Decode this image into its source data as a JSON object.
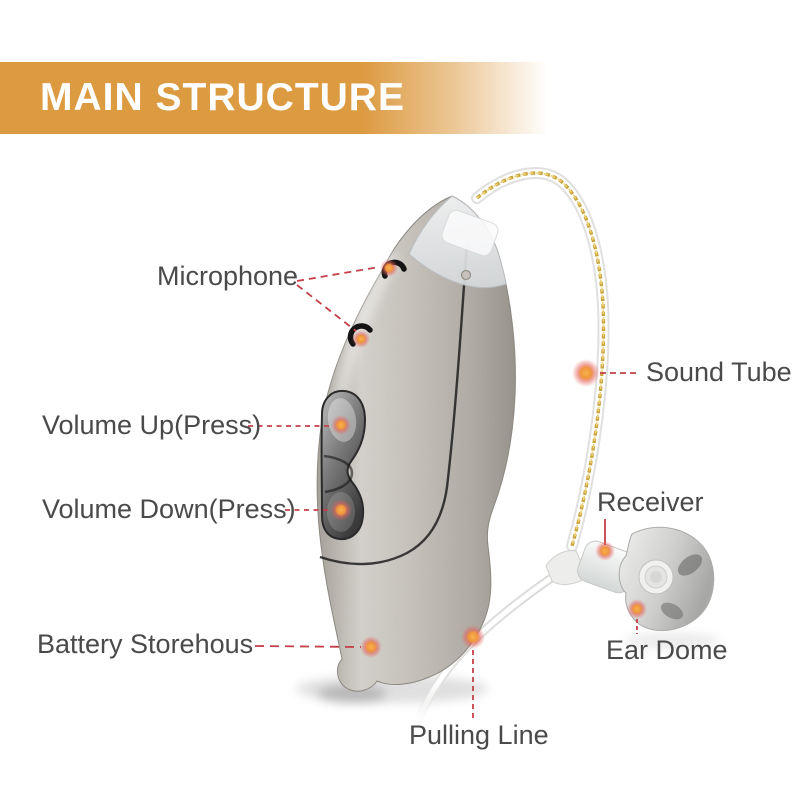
{
  "header": {
    "title": "MAIN STRUCTURE"
  },
  "labels": {
    "microphone": "Microphone",
    "volume_up": "Volume Up(Press)",
    "volume_down": "Volume Down(Press)",
    "battery": "Battery Storehous",
    "sound_tube": "Sound Tube",
    "receiver": "Receiver",
    "ear_dome": "Ear Dome",
    "pulling_line": "Pulling Line"
  },
  "colors": {
    "banner_bg": "#DC9A41",
    "leader_line": "#C4404A",
    "dot_core": "#F0963C",
    "label_text": "#4A4A4A",
    "device_body": "#C7C3BC",
    "tube_wire": "#C9A43A"
  }
}
